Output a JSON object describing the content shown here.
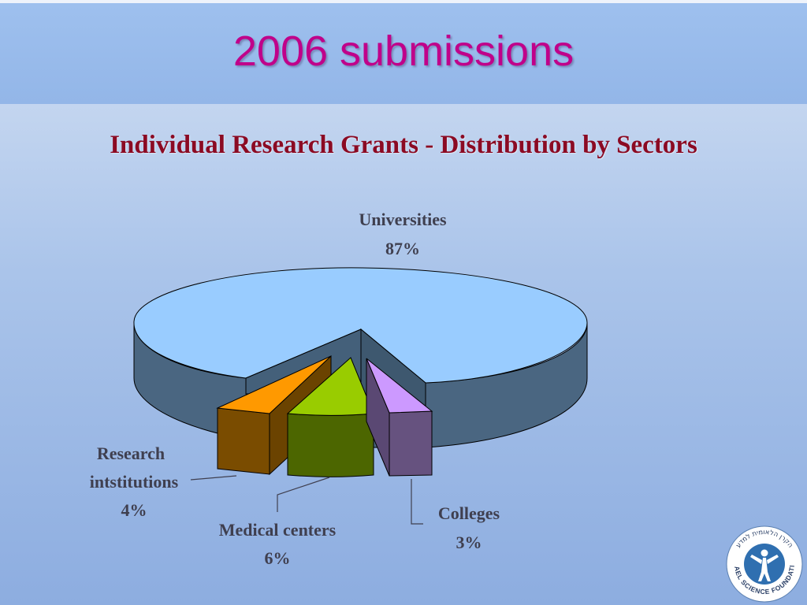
{
  "slide": {
    "title": "2006 submissions"
  },
  "colors": {
    "title": "#c0008a",
    "chart_title": "#8b0a23",
    "universities": "#99ccff",
    "research": "#ff9900",
    "medical": "#99cc00",
    "colleges": "#cc99ff"
  },
  "chart_data": {
    "type": "pie",
    "title": "Individual Research Grants - Distribution by Sectors",
    "three_d": true,
    "exploded": [
      "Research intstitutions",
      "Medical centers",
      "Colleges"
    ],
    "slices": [
      {
        "name": "Universities",
        "value": 87,
        "label": "87%",
        "color": "#99ccff"
      },
      {
        "name": "Colleges",
        "value": 3,
        "label": "3%",
        "color": "#cc99ff"
      },
      {
        "name": "Medical centers",
        "value": 6,
        "label": "6%",
        "color": "#99cc00"
      },
      {
        "name": "Research intstitutions",
        "value": 4,
        "label": "4%",
        "color": "#ff9900"
      }
    ],
    "label_lines": {
      "research": [
        "Research",
        "intstitutions"
      ]
    }
  },
  "logo": {
    "text_en": "ISRAEL SCIENCE FOUNDATION",
    "text_he": "הקרן הלאומית למדע"
  }
}
